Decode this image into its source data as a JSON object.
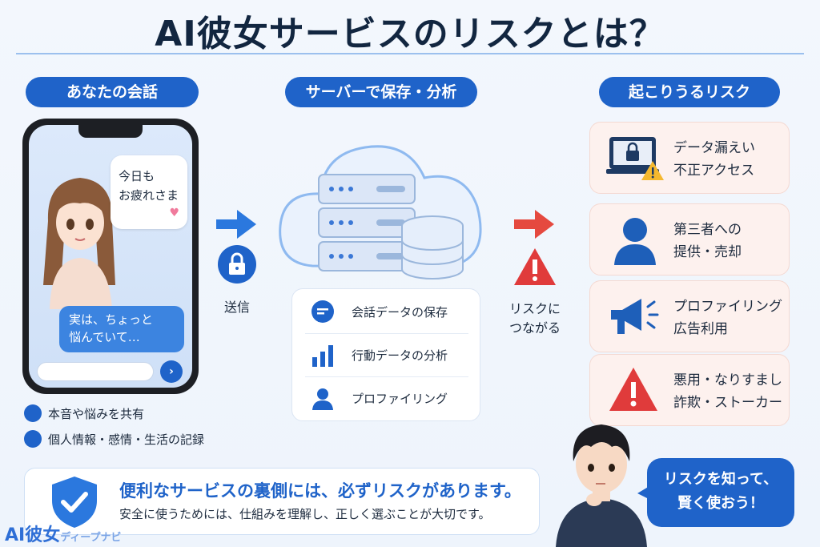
{
  "title": "AI彼女サービスのリスクとは？",
  "sections": {
    "conversation": "あなたの会話",
    "server": "サーバーで保存・分析",
    "risks": "起こりうるリスク"
  },
  "phone": {
    "bubble_left_line1": "今日も",
    "bubble_left_line2": "お疲れさま",
    "bubble_right_line1": "実は、ちょっと",
    "bubble_right_line2": "悩んでいて…"
  },
  "conversation_items": [
    {
      "label": "本音や悩みを共有",
      "icon": "chat-bubble-icon"
    },
    {
      "label": "個人情報・感情・生活の記録",
      "icon": "person-icon"
    }
  ],
  "send_label": "送信",
  "server_features": [
    {
      "label": "会話データの保存",
      "icon": "chat-icon"
    },
    {
      "label": "行動データの分析",
      "icon": "bar-chart-icon"
    },
    {
      "label": "プロファイリング",
      "icon": "person-icon"
    }
  ],
  "risk_connector": {
    "line1": "リスクに",
    "line2": "つながる"
  },
  "risk_items": [
    {
      "line1": "データ漏えい",
      "line2": "不正アクセス",
      "icon": "laptop-lock-icon"
    },
    {
      "line1": "第三者への",
      "line2": "提供・売却",
      "icon": "person-icon"
    },
    {
      "line1": "プロファイリング",
      "line2": "広告利用",
      "icon": "megaphone-icon"
    },
    {
      "line1": "悪用・なりすまし",
      "line2": "詐欺・ストーカー",
      "icon": "warning-icon"
    }
  ],
  "banner": {
    "title": "便利なサービスの裏側には、必ずリスクがあります。",
    "subtitle": "安全に使うためには、仕組みを理解し、正しく選ぶことが大切です。"
  },
  "speech": {
    "line1": "リスクを知って、",
    "line2": "賢く使おう！"
  },
  "logo": {
    "main": "AI彼女",
    "sub": "ディープナビ"
  },
  "colors": {
    "primary": "#1f63c9",
    "danger": "#e03b3b",
    "risk_bg": "#fdf1ee"
  }
}
